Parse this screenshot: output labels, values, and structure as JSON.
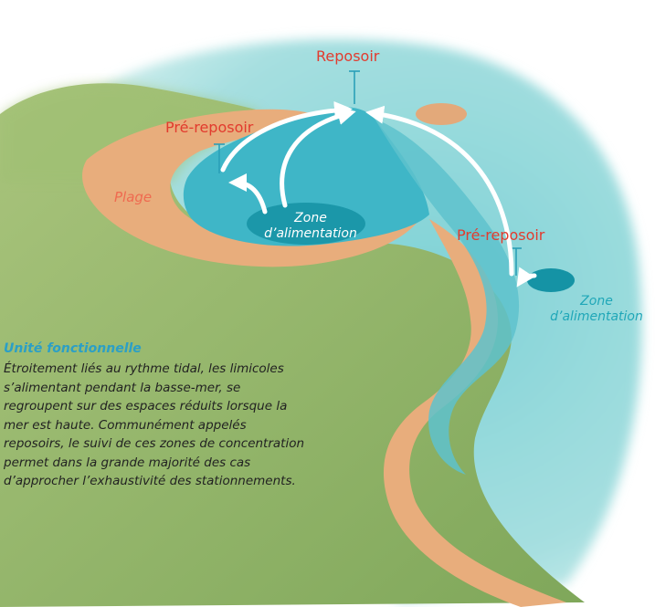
{
  "labels": {
    "reposoir": "Reposoir",
    "pre_reposoir_left": "Pré-reposoir",
    "pre_reposoir_right": "Pré-reposoir",
    "plage": "Plage",
    "zone_center_line1": "Zone",
    "zone_center_line2": "d’alimentation",
    "zone_right_line1": "Zone",
    "zone_right_line2": "d’alimentation"
  },
  "unit": {
    "title": "Unité fonctionnelle",
    "text": "Étroitement liés au rythme tidal, les limicoles s’alimentant pendant la basse-mer, se regroupent sur des espaces réduits lorsque la mer est haute. Communément appelés reposoirs, le suivi de ces zones de concentration permet dans la grande majorité des cas d’approcher l’exhaustivité des stationnements."
  },
  "colors": {
    "sea": "#7ccfd4",
    "lagoon": "#3fb6c7",
    "sand": "#e8ad7c",
    "land": "#8fb262",
    "label_red": "#e23b2e",
    "title_blue": "#2b9fc6"
  }
}
